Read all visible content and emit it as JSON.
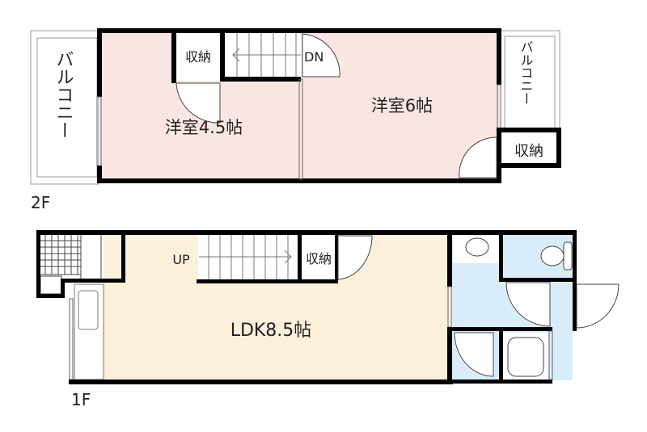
{
  "floors": {
    "second": {
      "label": "2F",
      "balcony_left": "バルコニー",
      "balcony_right": "バルコニー",
      "storage_left": "収納",
      "stairs_label": "DN",
      "room_small": "洋室4.5帖",
      "room_large": "洋室6帖",
      "storage_right": "収納"
    },
    "first": {
      "label": "1F",
      "stairs_label": "UP",
      "storage": "収納",
      "ldk": "LDK8.5帖"
    }
  },
  "colors": {
    "bedroom_fill": "#f9e6e2",
    "ldk_fill": "#fdf0da",
    "wet_fill": "#d9ecf9"
  }
}
